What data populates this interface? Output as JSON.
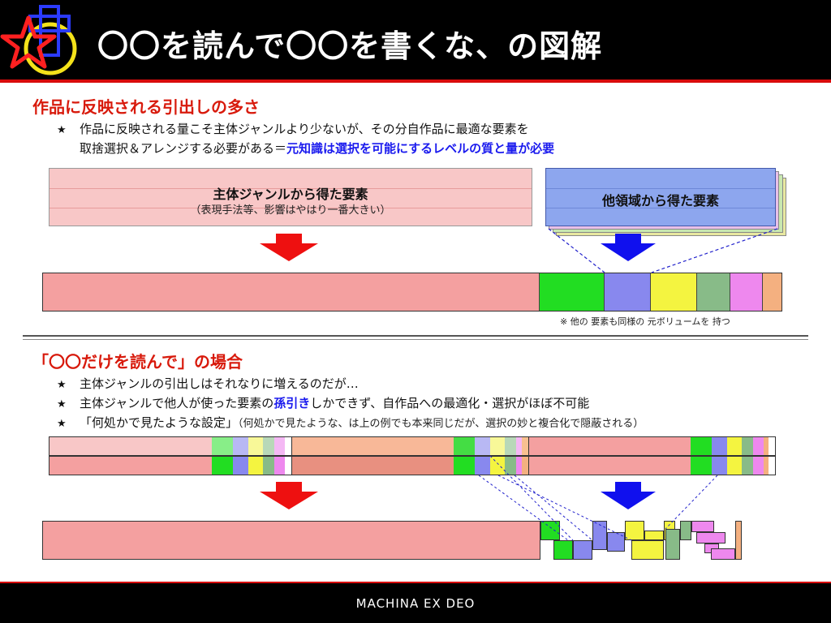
{
  "header": {
    "title": "〇〇を読んで〇〇を書くな、の図解"
  },
  "section1": {
    "title": "作品に反映される引出しの多さ",
    "bullet1_line1": "作品に反映される量こそ主体ジャンルより少ないが、その分自作品に最適な要素を",
    "bullet1_line2_plain": "取捨選択＆アレンジする必要がある＝",
    "bullet1_line2_emph": "元知識は選択を可能にするレベルの質と量が必要",
    "main_box_label": "主体ジャンルから得た要素",
    "main_box_sub": "（表現手法等、影響はやはり一番大きい）",
    "other_box_label": "他領域から得た要素",
    "note": "※ 他の 要素も同様の 元ボリュームを 持つ"
  },
  "section2": {
    "title": "「〇〇だけを読んで」の場合",
    "bullet1": "主体ジャンルの引出しはそれなりに増えるのだが…",
    "bullet2_plain1": "主体ジャンルで他人が使った要素の",
    "bullet2_emph": "孫引き",
    "bullet2_plain2": "しかできず、自作品への最適化・選択がほぼ不可能",
    "bullet3_main": "「何処かで見たような設定」",
    "bullet3_small": "（何処かで見たような、は上の例でも本来同じだが、選択の妙と複合化で隠蔽される）"
  },
  "bullet_symbol": "★",
  "footer": {
    "brand": "MACHINA EX DEO"
  },
  "colors": {
    "accent_red": "#d81a0c",
    "emph_blue": "#1a1aee",
    "pink": "#f4a0a0",
    "orange": "#f4b090",
    "green": "#22dd22",
    "periwinkle": "#8888ee",
    "yellow": "#f4f440",
    "sage": "#88bb88",
    "magenta": "#e888e8",
    "peach": "#f4b080"
  }
}
